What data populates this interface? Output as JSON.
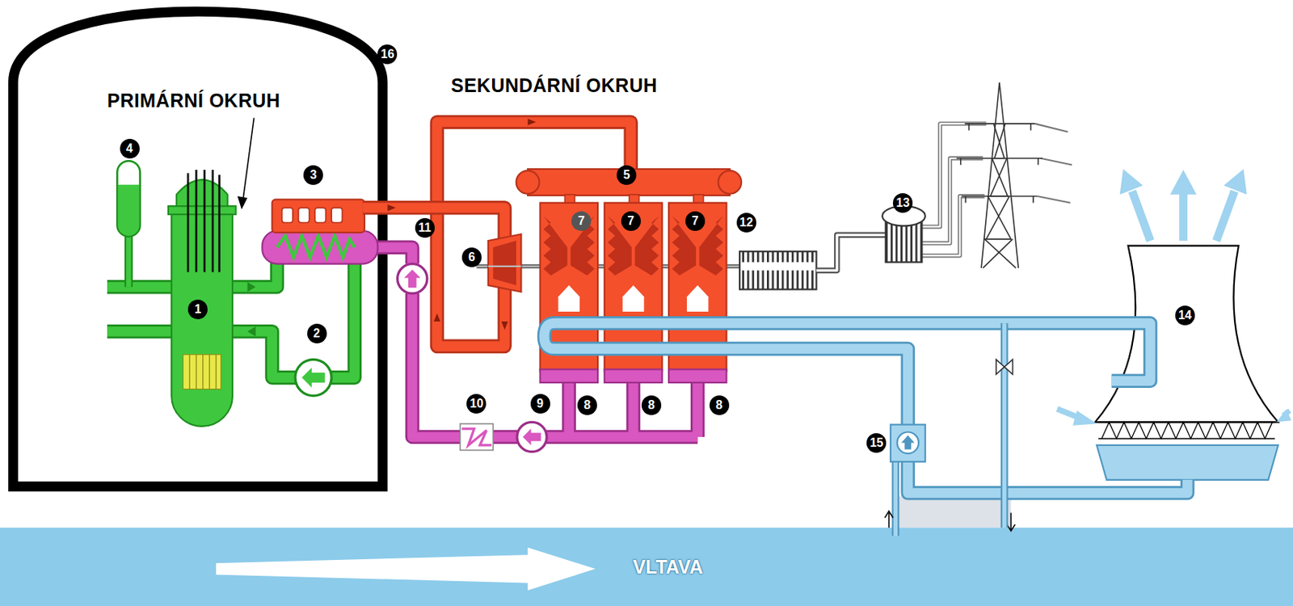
{
  "diagram": {
    "nodes": [
      {
        "text": [
          "VLTAVA"
        ]
      }
    ],
    "labels": [
      "16",
      "PRIMÁRNÍ OKRUH",
      "SEKUNDÁRNÍ OKRUH",
      "4",
      "3",
      "5",
      "7",
      "7",
      "7",
      "12",
      "13",
      "11",
      "6",
      "1",
      "14",
      "2",
      "10",
      "9",
      "8",
      "8",
      "8",
      "15"
    ]
  }
}
